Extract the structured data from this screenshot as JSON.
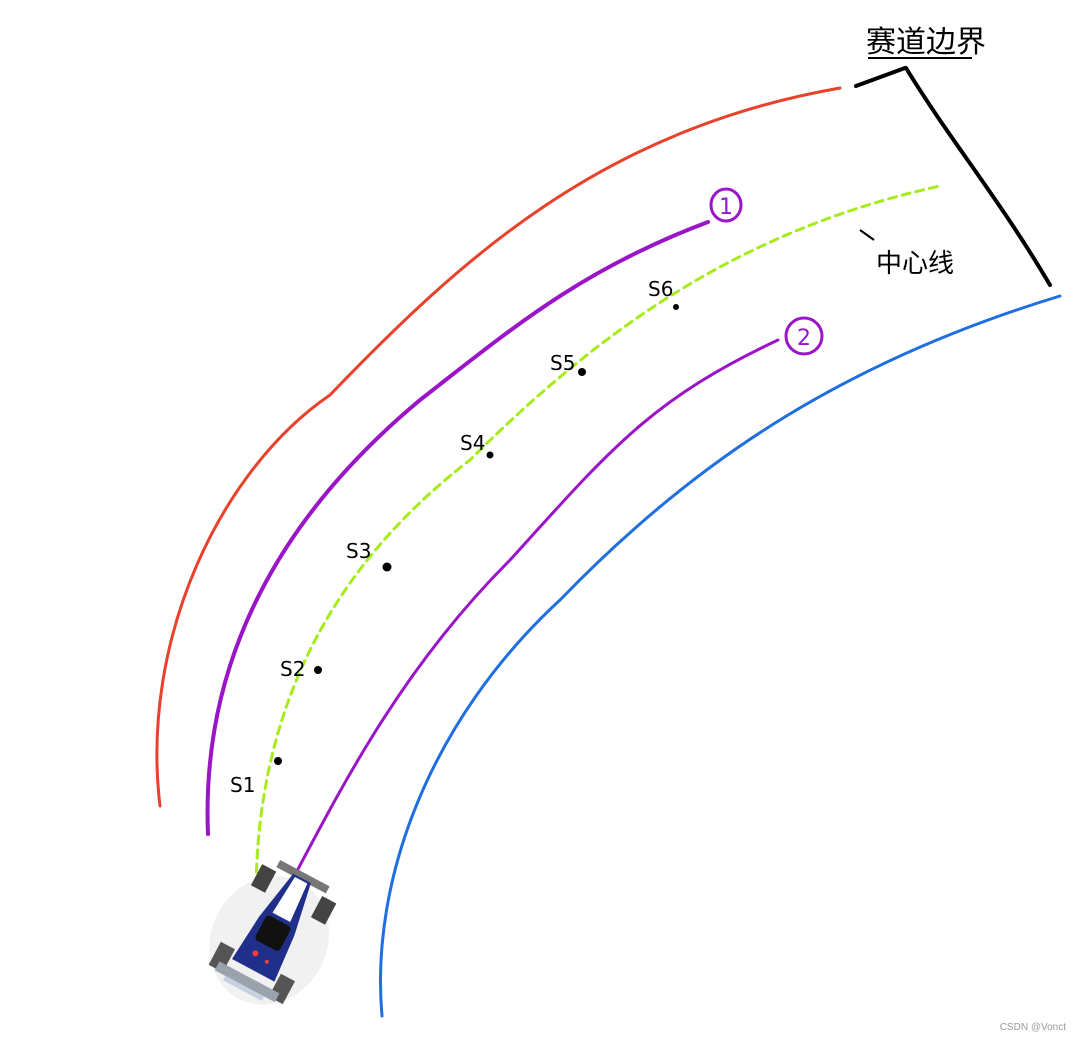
{
  "colors": {
    "outer_left": "#e8412c",
    "outer_right": "#1f6fe0",
    "path_candidate": "#9a14c8",
    "centerline": "#a6ec1a",
    "annotation": "#000000",
    "watermark": "#9a9a9a"
  },
  "labels": {
    "boundary": "赛道边界",
    "centerline": "中心线",
    "path_1": "1",
    "path_2": "2"
  },
  "sample_points": [
    "S1",
    "S2",
    "S3",
    "S4",
    "S5",
    "S6"
  ],
  "vehicle": {
    "icon": "race-car-icon"
  },
  "watermark": "CSDN @Vonct"
}
